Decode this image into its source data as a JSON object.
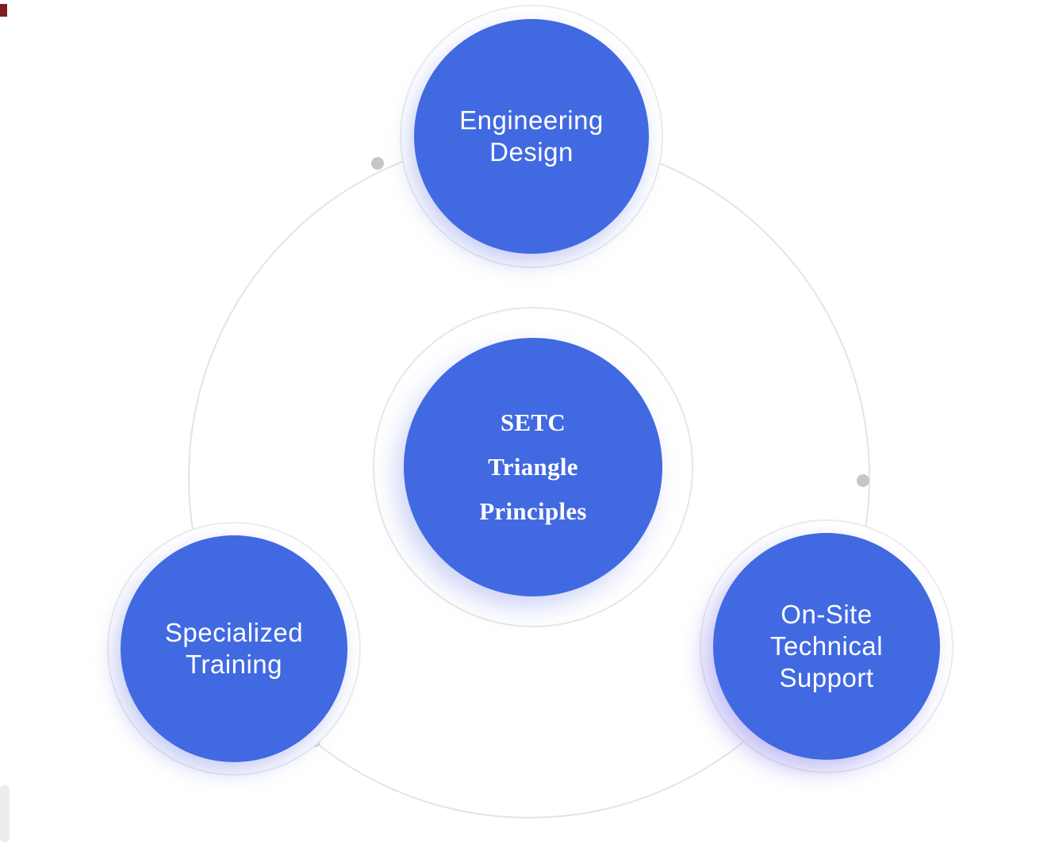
{
  "diagram": {
    "center": {
      "lines": [
        "SETC",
        "Triangle",
        "Principles"
      ]
    },
    "nodes": [
      {
        "id": "engineering-design",
        "lines": [
          "Engineering",
          "Design"
        ]
      },
      {
        "id": "specialized-training",
        "lines": [
          "Specialized",
          "Training"
        ]
      },
      {
        "id": "on-site-technical-support",
        "lines": [
          "On-Site",
          "Technical",
          "Support"
        ]
      }
    ],
    "colors": {
      "node_fill": "#4169e1",
      "node_text": "#ffffff",
      "ring_border": "#ececec",
      "orbit_border": "#e4e4e4",
      "dot": "#c6c6c6",
      "background": "#ffffff",
      "corner_artifact": "#7d1f1f"
    }
  }
}
